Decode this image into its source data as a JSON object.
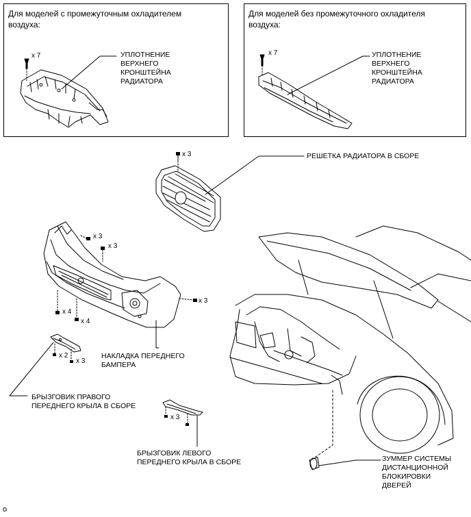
{
  "panel_left": {
    "title": "Для моделей с промежуточным охладителем воздуха:",
    "qty": "x 7",
    "label": "УПЛОТНЕНИЕ\nВЕРХНЕГО\nКРОНШТЕЙНА\nРАДИАТОРА"
  },
  "panel_right": {
    "title": "Для моделей без промежуточного охладителя воздуха:",
    "qty": "x 7",
    "label": "УПЛОТНЕНИЕ\nВЕРХНЕГО\nКРОНШТЕЙНА\nРАДИАТОРА"
  },
  "grille": {
    "label": "РЕШЕТКА РАДИАТОРА В СБОРЕ",
    "qty": "x 3"
  },
  "bumper": {
    "label": "НАКЛАДКА ПЕРЕДНЕГО\nБАМПЕРА",
    "qty_top_left": "x 3",
    "qty_top_mid": "x 3",
    "qty_right": "x 3",
    "qty_bottom_left": "x 4",
    "qty_bottom_mid": "x 4"
  },
  "right_splash": {
    "label": "БРЫЗГОВИК ПРАВОГО\nПЕРЕДНЕГО КРЫЛА В СБОРЕ",
    "qty_a": "x 2",
    "qty_b": "x 3"
  },
  "left_splash": {
    "label": "БРЫЗГОВИК ЛЕВОГО\nПЕРЕДНЕГО КРЫЛА В СБОРЕ",
    "qty": "x 3"
  },
  "buzzer": {
    "label": "ЗУММЕР СИСТЕМЫ\nДИСТАНЦИОННОЙ\nБЛОКИРОВКИ\nДВЕРЕЙ"
  },
  "footer": {
    "mark": "o"
  }
}
